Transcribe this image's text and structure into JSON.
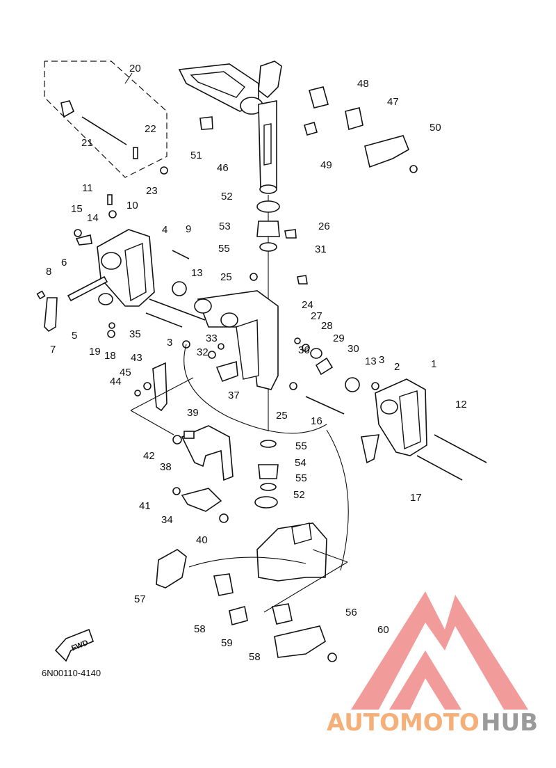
{
  "diagram": {
    "catalog_code": "6N00110-4140",
    "direction_marker": "FWD",
    "watermark": {
      "text_a": "AUTOMOTO",
      "text_b": "HUB",
      "color_a": "#f5b07a",
      "color_b": "#9a9a9a",
      "logo_color": "#f08a8a"
    },
    "callouts": [
      "1",
      "2",
      "3",
      "3",
      "4",
      "5",
      "6",
      "7",
      "8",
      "9",
      "10",
      "11",
      "12",
      "13",
      "13",
      "14",
      "15",
      "16",
      "17",
      "18",
      "19",
      "20",
      "21",
      "22",
      "23",
      "24",
      "25",
      "25",
      "26",
      "27",
      "28",
      "29",
      "30",
      "31",
      "32",
      "33",
      "34",
      "35",
      "36",
      "37",
      "38",
      "39",
      "40",
      "41",
      "42",
      "43",
      "44",
      "45",
      "46",
      "47",
      "48",
      "49",
      "50",
      "51",
      "52",
      "52",
      "53",
      "54",
      "55",
      "55",
      "55",
      "56",
      "57",
      "58",
      "58",
      "59",
      "60"
    ]
  }
}
